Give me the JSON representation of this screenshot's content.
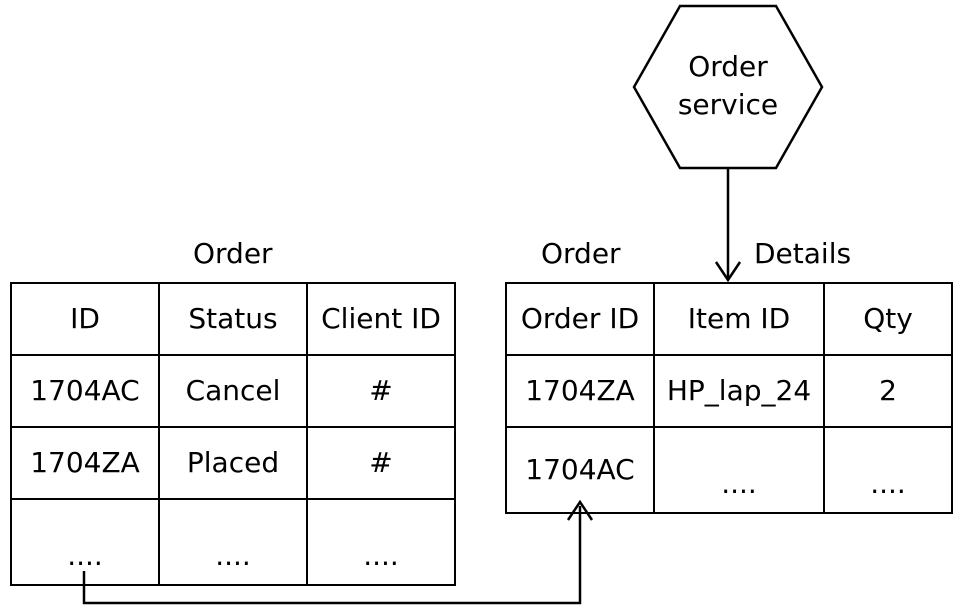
{
  "service": {
    "line1": "Order",
    "line2": "service"
  },
  "orders_table": {
    "caption": "Order",
    "headers": [
      "ID",
      "Status",
      "Client ID"
    ],
    "rows": [
      [
        "1704AC",
        "Cancel",
        "#"
      ],
      [
        "1704ZA",
        "Placed",
        "#"
      ],
      [
        "....",
        "....",
        "...."
      ]
    ]
  },
  "details_table": {
    "caption_left": "Order",
    "caption_right": "Details",
    "headers": [
      "Order ID",
      "Item ID",
      "Qty"
    ],
    "rows": [
      [
        "1704ZA",
        "HP_lap_24",
        "2"
      ],
      [
        "1704AC",
        "....",
        "...."
      ]
    ]
  }
}
